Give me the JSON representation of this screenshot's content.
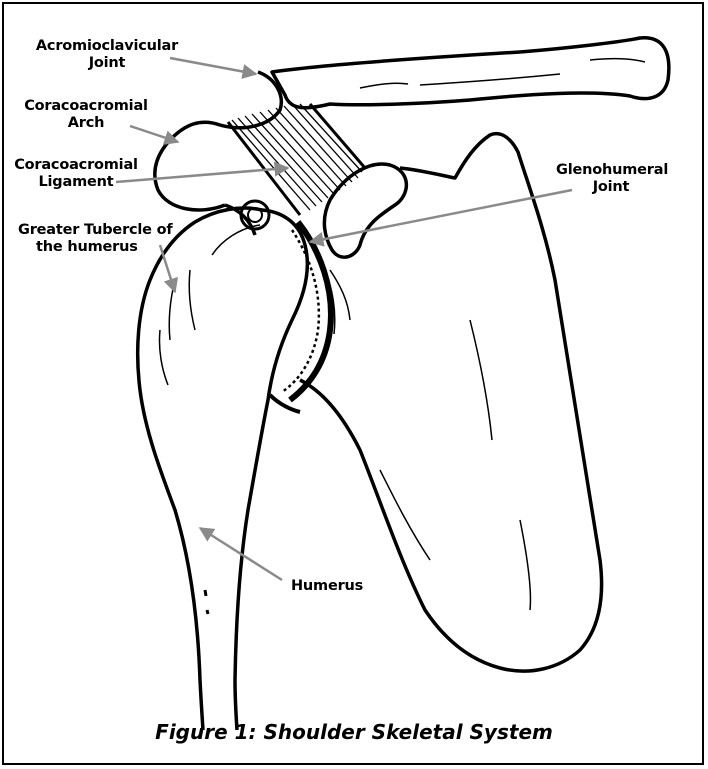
{
  "labels": {
    "acromioclavicular": [
      "Acromioclavicular",
      "Joint"
    ],
    "coracoacromial_arch": [
      "Coracoacromial",
      "Arch"
    ],
    "coracoacromial_ligament": [
      "Coracoacromial",
      "Ligament"
    ],
    "greater_tubercle": [
      "Greater Tubercle of",
      "the humerus"
    ],
    "glenohumeral": [
      "Glenohumeral",
      "Joint"
    ],
    "humerus": "Humerus"
  },
  "caption": "Figure 1: Shoulder Skeletal System",
  "colors": {
    "ink": "#000000",
    "arrow": "#8a8a8a",
    "background": "#ffffff"
  }
}
